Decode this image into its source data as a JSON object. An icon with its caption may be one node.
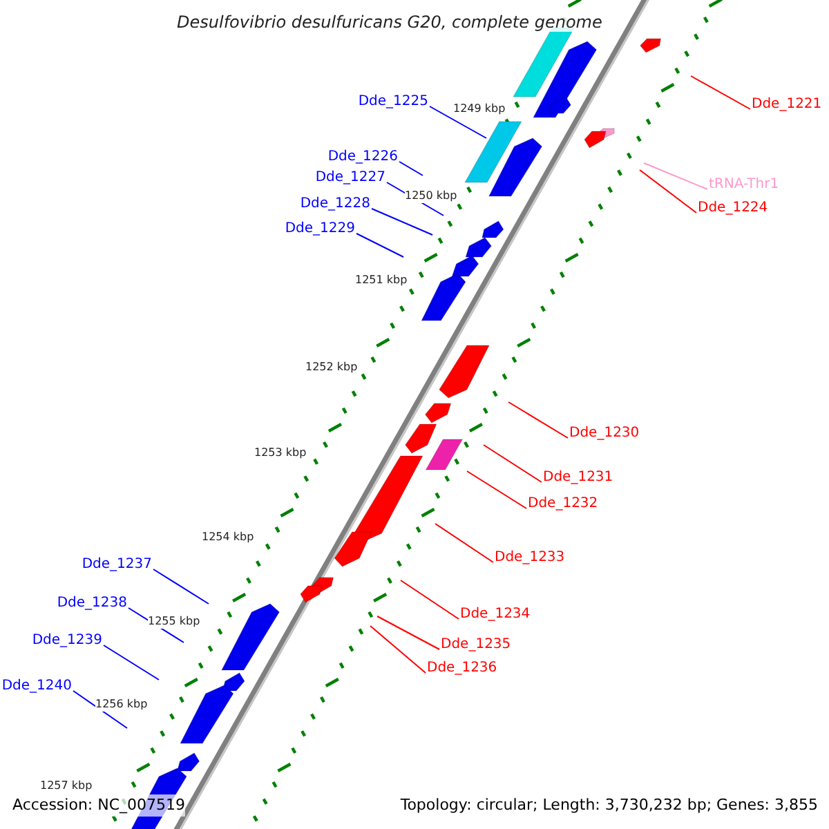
{
  "diagram": {
    "title": "Desulfovibrio desulfuricans G20, complete genome",
    "nodes": [
      {
        "text": [
          "Dde_1225"
        ]
      },
      {
        "text": [
          "Dde_1221"
        ]
      },
      {
        "text": [
          "Dde_1226"
        ]
      },
      {
        "text": [
          "Dde_1227"
        ]
      },
      {
        "text": [
          "tRNA-Thr1"
        ]
      },
      {
        "text": [
          "Dde_1228"
        ]
      },
      {
        "text": [
          "Dde_1224"
        ]
      },
      {
        "text": [
          "Dde_1229"
        ]
      },
      {
        "text": [
          "Dde_1230"
        ]
      },
      {
        "text": [
          "Dde_1231"
        ]
      },
      {
        "text": [
          "Dde_1232"
        ]
      },
      {
        "text": [
          "Dde_1233"
        ]
      },
      {
        "text": [
          "Dde_1237"
        ]
      },
      {
        "text": [
          "Dde_1238"
        ]
      },
      {
        "text": [
          "Dde_1234"
        ]
      },
      {
        "text": [
          "Dde_1239"
        ]
      },
      {
        "text": [
          "Dde_1235"
        ]
      },
      {
        "text": [
          "Dde_1236"
        ]
      },
      {
        "text": [
          "Dde_1240"
        ]
      }
    ],
    "edges": [
      {
        "from": 0,
        "to": null,
        "arrow": "none",
        "color": "#0000ff"
      },
      {
        "from": 1,
        "to": null,
        "arrow": "none",
        "color": "#ff0000"
      },
      {
        "from": 2,
        "to": null,
        "arrow": "none",
        "color": "#0000ff"
      },
      {
        "from": 3,
        "to": null,
        "arrow": "none",
        "color": "#0000ff"
      },
      {
        "from": 4,
        "to": null,
        "arrow": "none",
        "color": "#ff99cc"
      },
      {
        "from": 5,
        "to": null,
        "arrow": "none",
        "color": "#0000ff"
      },
      {
        "from": 6,
        "to": null,
        "arrow": "none",
        "color": "#ff0000"
      },
      {
        "from": 7,
        "to": null,
        "arrow": "none",
        "color": "#0000ff"
      },
      {
        "from": 8,
        "to": null,
        "arrow": "none",
        "color": "#ff0000"
      },
      {
        "from": 9,
        "to": null,
        "arrow": "none",
        "color": "#ff0000"
      },
      {
        "from": 10,
        "to": null,
        "arrow": "none",
        "color": "#ff0000"
      },
      {
        "from": 11,
        "to": null,
        "arrow": "none",
        "color": "#ff0000"
      },
      {
        "from": 12,
        "to": null,
        "arrow": "none",
        "color": "#0000ff"
      },
      {
        "from": 13,
        "to": null,
        "arrow": "none",
        "color": "#0000ff"
      },
      {
        "from": 14,
        "to": null,
        "arrow": "none",
        "color": "#ff0000"
      },
      {
        "from": 15,
        "to": null,
        "arrow": "none",
        "color": "#0000ff"
      },
      {
        "from": 16,
        "to": null,
        "arrow": "none",
        "color": "#ff0000"
      },
      {
        "from": 17,
        "to": null,
        "arrow": "none",
        "color": "#ff0000"
      },
      {
        "from": 18,
        "to": null,
        "arrow": "none",
        "color": "#0000ff"
      }
    ],
    "labels": [
      "1249 kbp",
      "1250 kbp",
      "1251 kbp",
      "1252 kbp",
      "1253 kbp",
      "1254 kbp",
      "1255 kbp",
      "1256 kbp",
      "1257 kbp",
      "Accession: NC_007519",
      "Topology: circular; Length: 3,730,232 bp; Genes: 3,855"
    ]
  }
}
